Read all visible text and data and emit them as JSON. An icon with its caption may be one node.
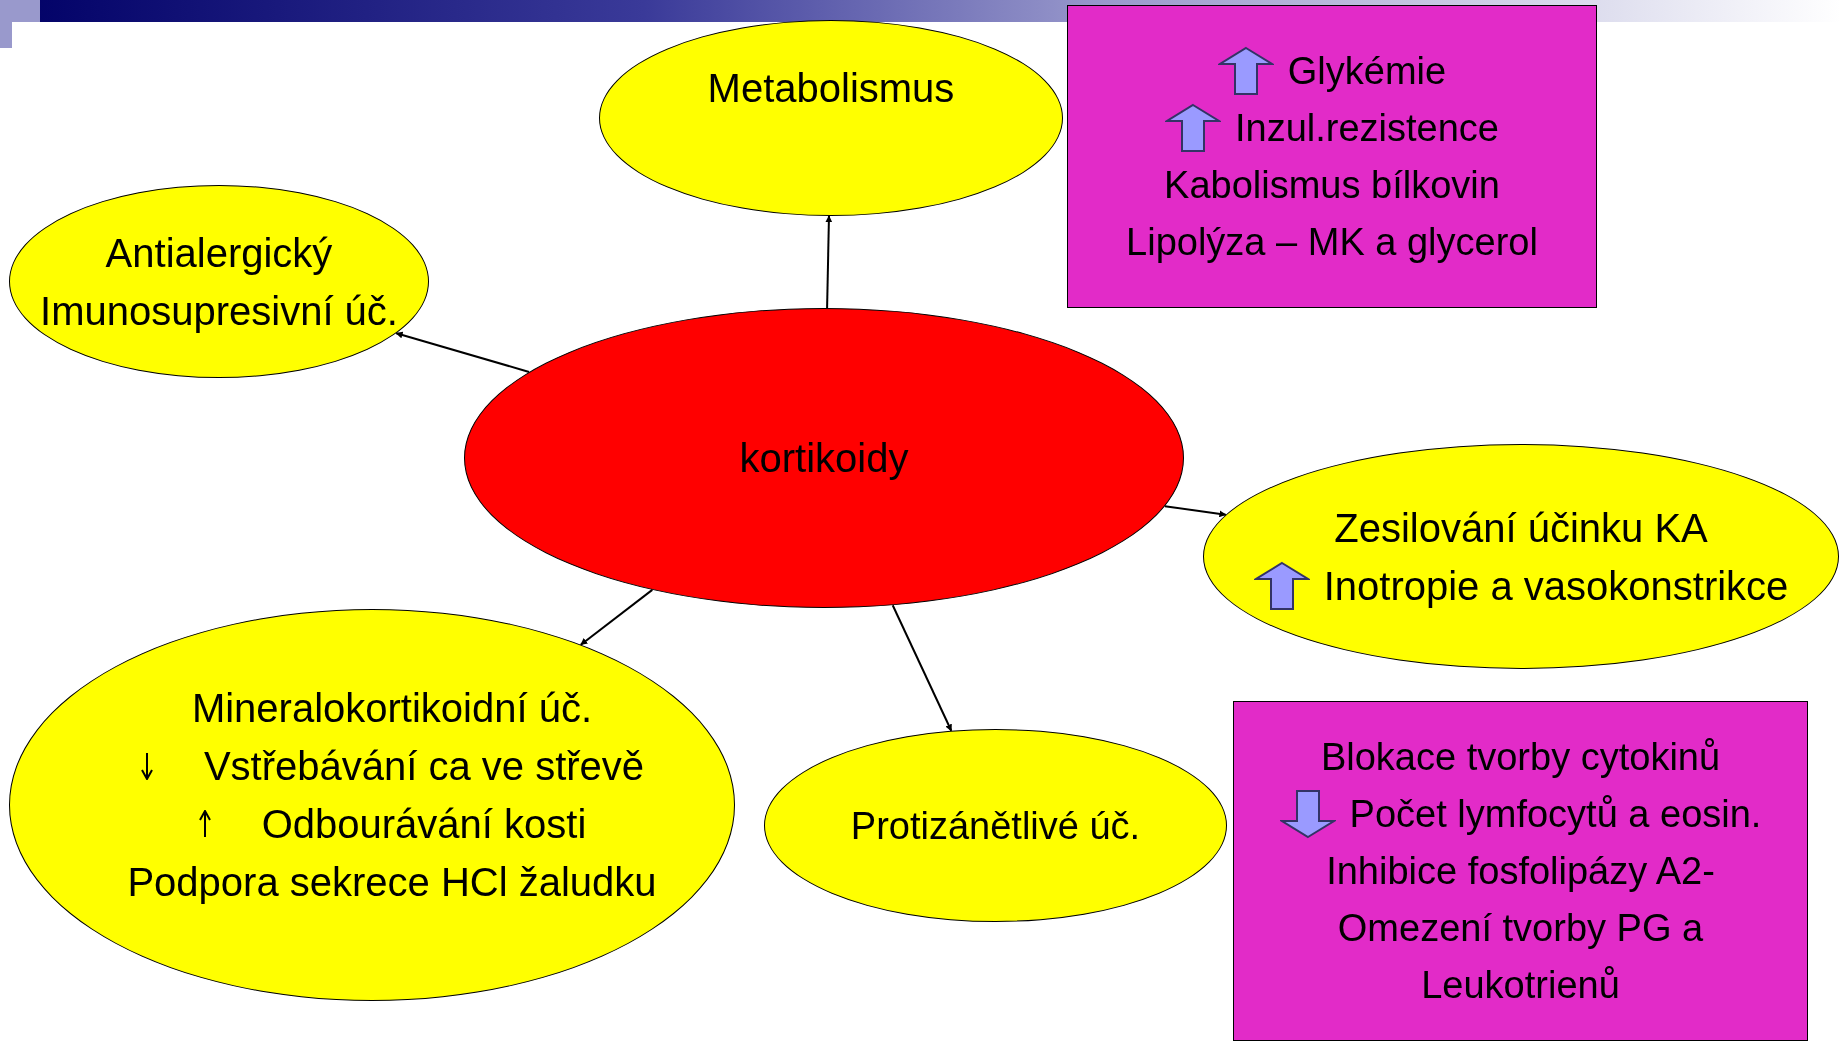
{
  "diagram": {
    "nodes": [
      {
        "text": [
          "Metabolismus"
        ]
      },
      {
        "text": [
          "Glykémie",
          "Inzul.rezistence",
          "Kabolismus bílkovin",
          "Lipolýza – MK a glycerol"
        ]
      },
      {
        "text": [
          "Antialergický Imunosupresivní úč."
        ]
      },
      {
        "text": [
          "kortikoidy"
        ]
      },
      {
        "text": [
          "Zesilování účinku KA",
          "Inotropie a vasokonstrikce"
        ]
      },
      {
        "text": [
          "Mineralokortikoidní úč.",
          "Vstřebávání ca ve střevě",
          "Odbourávání kosti",
          "Podpora sekrece HCl žaludku"
        ]
      },
      {
        "text": [
          "Protizánětlivé úč."
        ]
      },
      {
        "text": [
          "Blokace tvorby cytokinů",
          "Počet lymfocytů a eosin.",
          "Inhibice fosfolipázy A2-",
          "Omezení tvorby PG a Leukotrienů"
        ]
      }
    ],
    "edges": [
      {
        "from": 3,
        "to": 0,
        "arrow": "to"
      },
      {
        "from": 3,
        "to": 2,
        "arrow": "to"
      },
      {
        "from": 3,
        "to": 4,
        "arrow": "to"
      },
      {
        "from": 3,
        "to": 5,
        "arrow": "to"
      },
      {
        "from": 3,
        "to": 6,
        "arrow": "to"
      }
    ]
  }
}
